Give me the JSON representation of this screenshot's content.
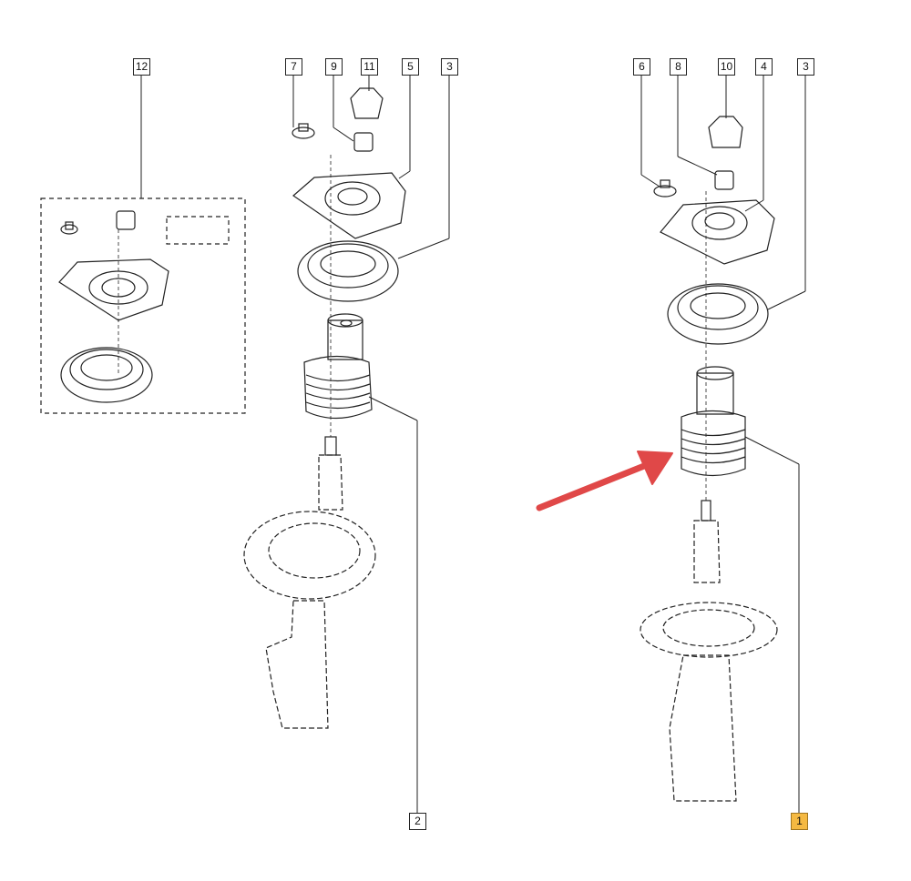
{
  "diagram": {
    "callouts": [
      {
        "id": "12",
        "label": "12"
      },
      {
        "id": "7",
        "label": "7"
      },
      {
        "id": "9",
        "label": "9"
      },
      {
        "id": "11",
        "label": "11"
      },
      {
        "id": "5",
        "label": "5"
      },
      {
        "id": "3a",
        "label": "3"
      },
      {
        "id": "2",
        "label": "2"
      },
      {
        "id": "6",
        "label": "6"
      },
      {
        "id": "8",
        "label": "8"
      },
      {
        "id": "10",
        "label": "10"
      },
      {
        "id": "4",
        "label": "4"
      },
      {
        "id": "3b",
        "label": "3"
      },
      {
        "id": "1",
        "label": "1"
      }
    ],
    "highlighted_callout": "1",
    "highlight_color": "#f5b942",
    "arrow_color": "#e04848"
  }
}
